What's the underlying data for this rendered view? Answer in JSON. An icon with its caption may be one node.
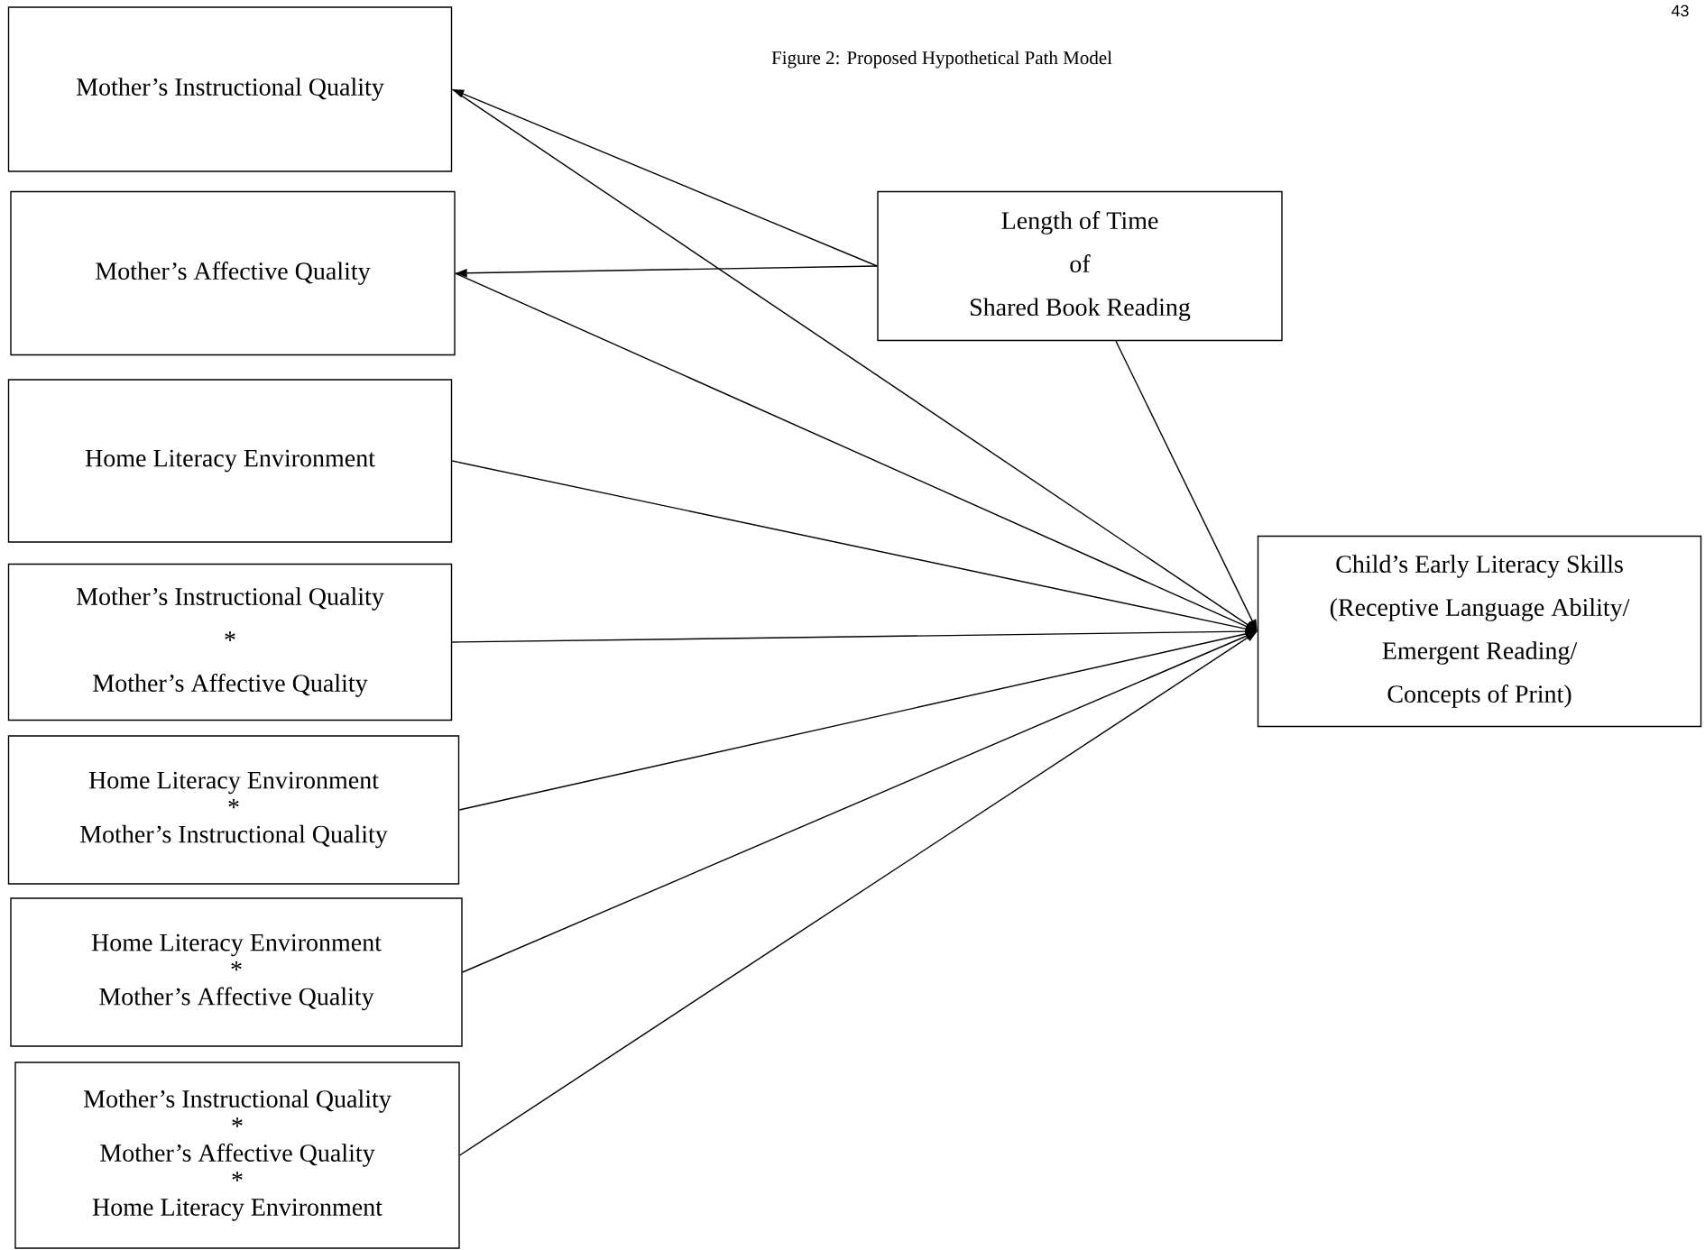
{
  "diagram": {
    "title": "Figure 2: Proposed Hypothetical Path Model",
    "nodes": [
      {
        "text": [
          "Mother’s Instructional Quality"
        ]
      },
      {
        "text": [
          "Mother’s Affective Quality"
        ]
      },
      {
        "text": [
          "Home Literacy Environment"
        ]
      },
      {
        "text": [
          "Mother’s Instructional Quality",
          "*",
          "Mother’s Affective Quality"
        ]
      },
      {
        "text": [
          "Home Literacy Environment",
          "*",
          "Mother’s Instructional Quality"
        ]
      },
      {
        "text": [
          "Home Literacy Environment",
          "*",
          "Mother’s Affective Quality"
        ]
      },
      {
        "text": [
          "Mother’s Instructional Quality",
          "*",
          "Mother’s Affective Quality",
          "*",
          "Home Literacy Environment"
        ]
      },
      {
        "text": [
          "Length of Time",
          "of",
          "Shared Book Reading"
        ]
      },
      {
        "text": [
          "Child’s Early Literacy Skills",
          "(Receptive Language Ability/",
          "Emergent Reading/",
          "Concepts of Print)"
        ]
      }
    ],
    "edges": [
      {
        "from": 7,
        "to": 0,
        "arrow": "to"
      },
      {
        "from": 7,
        "to": 1,
        "arrow": "to"
      },
      {
        "from": 0,
        "to": 8,
        "arrow": "to"
      },
      {
        "from": 1,
        "to": 8,
        "arrow": "to"
      },
      {
        "from": 2,
        "to": 8,
        "arrow": "to"
      },
      {
        "from": 3,
        "to": 8,
        "arrow": "to"
      },
      {
        "from": 4,
        "to": 8,
        "arrow": "to"
      },
      {
        "from": 5,
        "to": 8,
        "arrow": "to"
      },
      {
        "from": 6,
        "to": 8,
        "arrow": "to"
      },
      {
        "from": 7,
        "to": 8,
        "arrow": "to"
      }
    ],
    "labels": [
      "43"
    ]
  }
}
